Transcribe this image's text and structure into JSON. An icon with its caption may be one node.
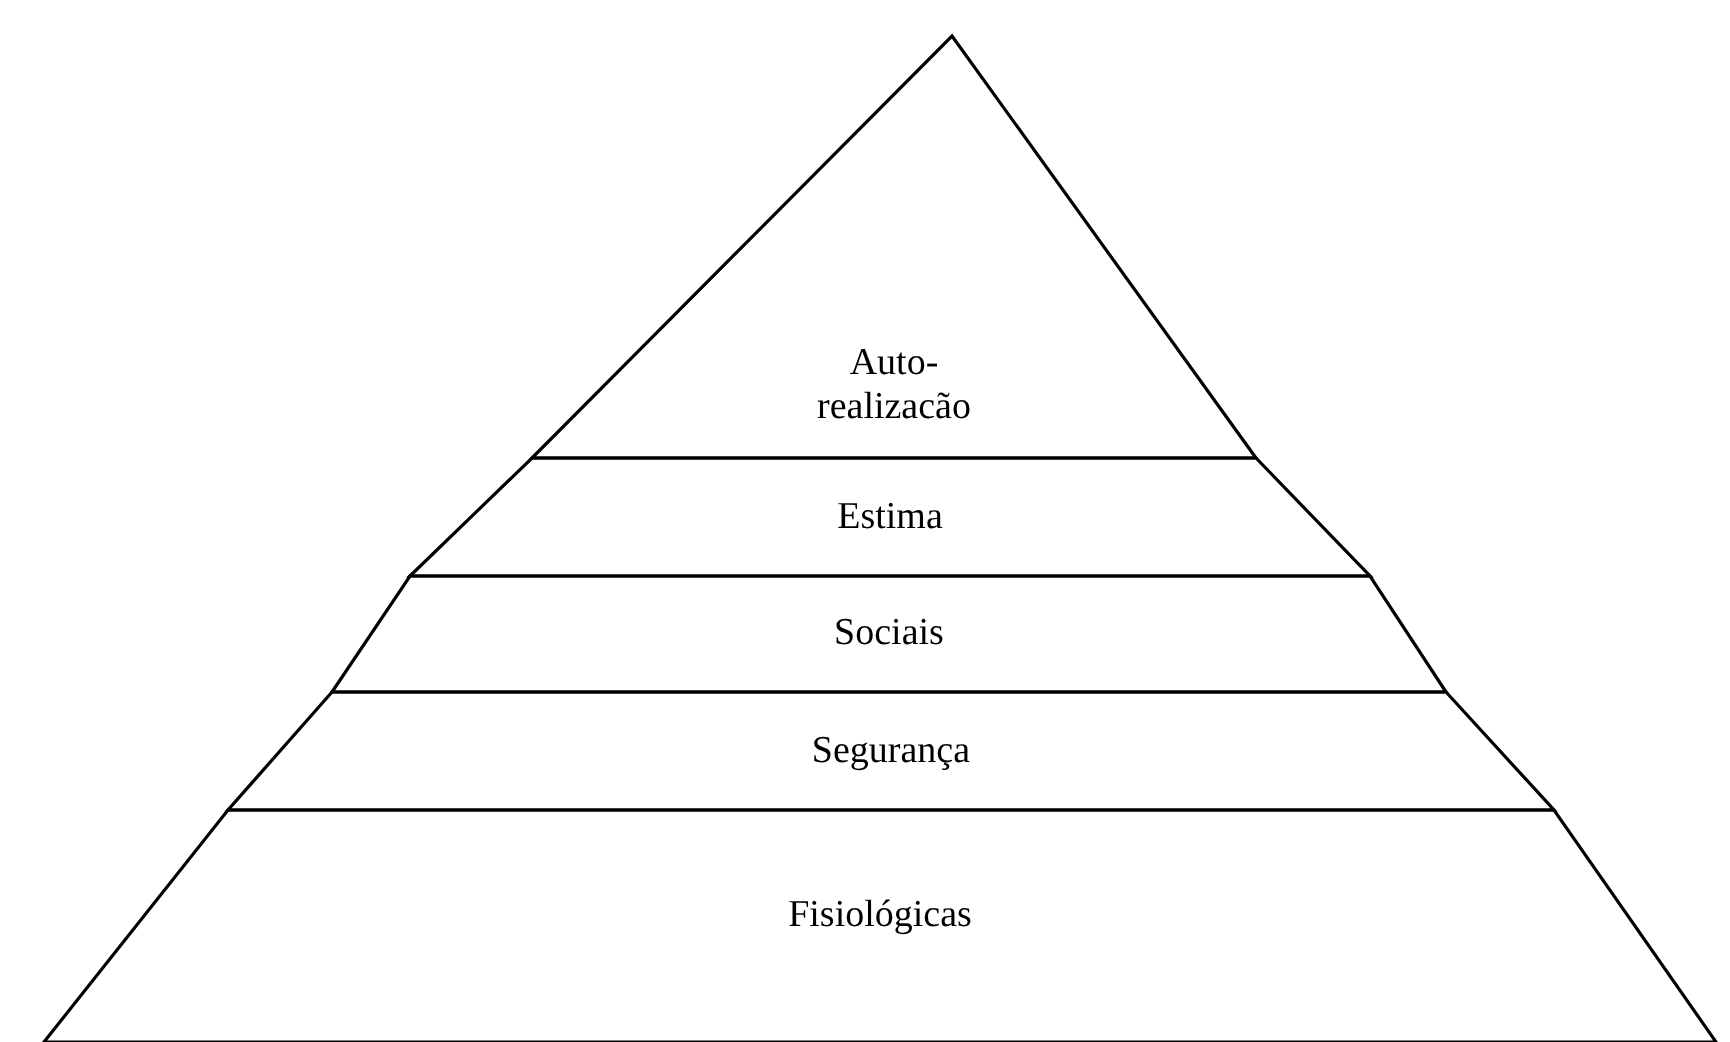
{
  "diagram": {
    "nodes": [
      {
        "text": [
          "Auto- realizacão"
        ]
      },
      {
        "text": [
          "Estima"
        ]
      },
      {
        "text": [
          "Sociais"
        ]
      },
      {
        "text": [
          "Segurança"
        ]
      },
      {
        "text": [
          "Fisiológicas"
        ]
      }
    ]
  }
}
